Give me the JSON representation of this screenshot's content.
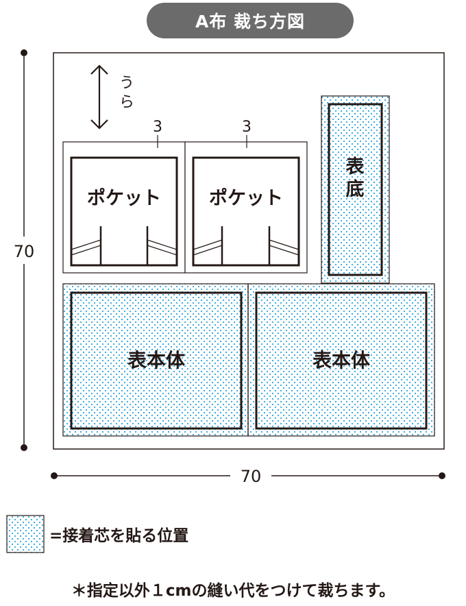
{
  "title": "A布 裁ち方図",
  "dimensions": {
    "height_label": "70",
    "width_label": "70"
  },
  "grain": {
    "label": "うら"
  },
  "pieces": {
    "pocket_left": {
      "label": "ポケット",
      "allowance": "3"
    },
    "pocket_right": {
      "label": "ポケット",
      "allowance": "3"
    },
    "bottom": {
      "label_line1": "表",
      "label_line2": "底"
    },
    "body_left": {
      "label": "表本体"
    },
    "body_right": {
      "label": "表本体"
    }
  },
  "legend": {
    "text": "=接着芯を貼る位置"
  },
  "note": {
    "text": "＊指定以外１cmの縫い代をつけて裁ちます。"
  },
  "colors": {
    "interfacing_dot": "#2ba4dc",
    "outline": "#231815",
    "pill": "#6b6b6b"
  }
}
